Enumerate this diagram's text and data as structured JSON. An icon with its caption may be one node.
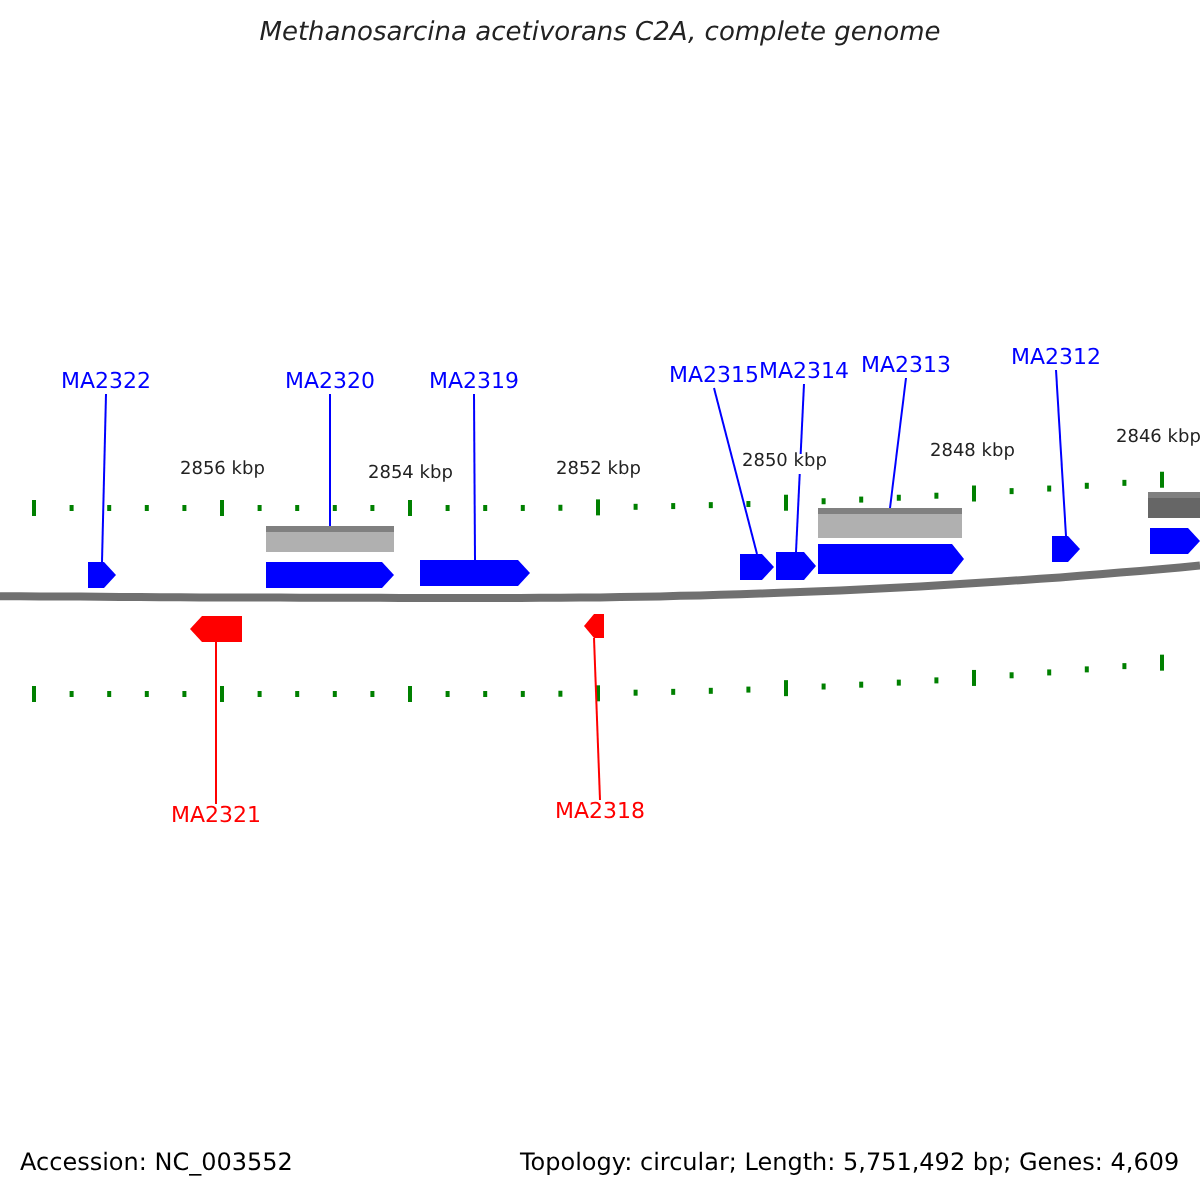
{
  "diagram": {
    "title": "Methanosarcina acetivorans C2A, complete genome",
    "nodes": [
      {
        "text": [
          "MA2322"
        ]
      },
      {
        "text": [
          "MA2320"
        ]
      },
      {
        "text": [
          "MA2319"
        ]
      },
      {
        "text": [
          "MA2315"
        ]
      },
      {
        "text": [
          "MA2314"
        ]
      },
      {
        "text": [
          "MA2313"
        ]
      },
      {
        "text": [
          "MA2312"
        ]
      },
      {
        "text": [
          "MA2321"
        ]
      },
      {
        "text": [
          "MA2318"
        ]
      },
      {
        "text": [],
        "shape": "pentagon"
      },
      {
        "text": [],
        "shape": "bar"
      },
      {
        "text": [],
        "shape": "pentagon"
      },
      {
        "text": [],
        "shape": "pentagon"
      },
      {
        "text": [],
        "shape": "pentagon"
      },
      {
        "text": [],
        "shape": "pentagon"
      },
      {
        "text": [],
        "shape": "bar"
      },
      {
        "text": [],
        "shape": "pentagon"
      },
      {
        "text": [],
        "shape": "pentagon"
      },
      {
        "text": [],
        "shape": "bar"
      },
      {
        "text": [],
        "shape": "pentagon"
      },
      {
        "text": [],
        "shape": "pentagon"
      },
      {
        "text": [],
        "shape": "pentagon"
      }
    ],
    "edges": [
      {
        "from": 0,
        "to": 9,
        "arrow": "none"
      },
      {
        "from": 1,
        "to": 10,
        "arrow": "none"
      },
      {
        "from": 2,
        "to": 12,
        "arrow": "none"
      },
      {
        "from": 3,
        "to": 13,
        "arrow": "none"
      },
      {
        "from": 4,
        "to": 14,
        "arrow": "none"
      },
      {
        "from": 5,
        "to": 15,
        "arrow": "none"
      },
      {
        "from": 6,
        "to": 17,
        "arrow": "none"
      },
      {
        "from": 7,
        "to": 20,
        "arrow": "none",
        "color": "#ff0000"
      },
      {
        "from": 8,
        "to": 21,
        "arrow": "none",
        "color": "#ff0000"
      }
    ],
    "labels": [
      "2856 kbp",
      "2854 kbp",
      "2852 kbp",
      "2850 kbp",
      "2848 kbp",
      "2846 kbp",
      "Accession: NC_003552",
      "Topology: circular; Length: 5,751,492 bp; Genes: 4,609"
    ]
  }
}
